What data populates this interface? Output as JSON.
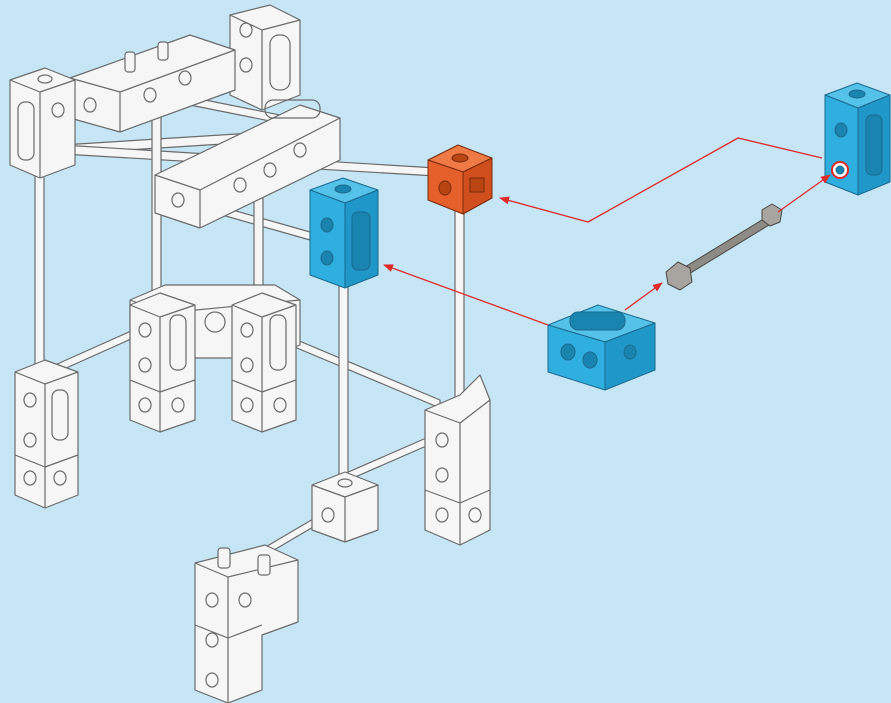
{
  "diagram": {
    "kind": "building-block assembly instruction",
    "text_labels": [],
    "colors": {
      "background": "#c6e6f6",
      "structure_fill": "#f6f6f6",
      "structure_stroke": "#6b6b6b",
      "new_part_blue": "#2faee0",
      "new_part_orange": "#e5602a",
      "axle_grey": "#8e8a86",
      "arrow_red": "#e02a2a"
    },
    "parts": [
      {
        "id": "white-frame",
        "color": "white",
        "role": "existing assembly"
      },
      {
        "id": "orange-cube",
        "color": "orange",
        "role": "existing cube target"
      },
      {
        "id": "blue-beam-left",
        "color": "blue",
        "role": "existing vertical beam target"
      },
      {
        "id": "blue-beam-new-right",
        "color": "blue",
        "role": "new part"
      },
      {
        "id": "blue-beam-new-bottom",
        "color": "blue",
        "role": "new part"
      },
      {
        "id": "grey-axle",
        "color": "grey",
        "role": "new part"
      }
    ],
    "arrows": [
      {
        "id": "arrow-bottom-beam-to-left-beam",
        "from": "blue-beam-new-bottom",
        "to": "blue-beam-left"
      },
      {
        "id": "arrow-right-beam-to-orange-cube",
        "from": "blue-beam-new-right",
        "to": "orange-cube"
      },
      {
        "id": "arrow-bottom-beam-to-axle",
        "from": "blue-beam-new-bottom",
        "to": "grey-axle"
      },
      {
        "id": "arrow-axle-to-right-beam",
        "from": "grey-axle",
        "to": "blue-beam-new-right"
      }
    ]
  }
}
